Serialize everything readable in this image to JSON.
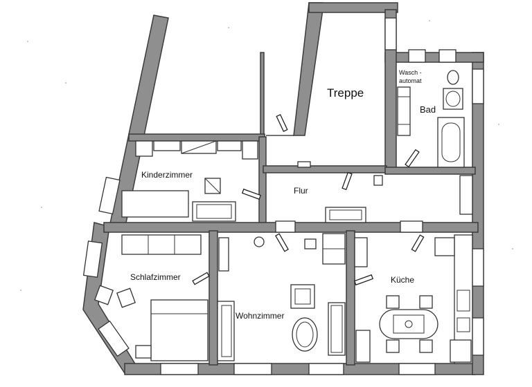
{
  "rooms": {
    "treppe": "Treppe",
    "bad": "Bad",
    "waschautomat": [
      "Wasch -",
      "automat"
    ],
    "kinderzimmer": "Kinderzimmer",
    "flur": "Flur",
    "schlafzimmer": "Schlafzimmer",
    "wohnzimmer": "Wohnzimmer",
    "kueche": "Küche"
  },
  "colors": {
    "wall": "#8f8f8f",
    "ink": "#333333",
    "paper": "#ffffff"
  }
}
